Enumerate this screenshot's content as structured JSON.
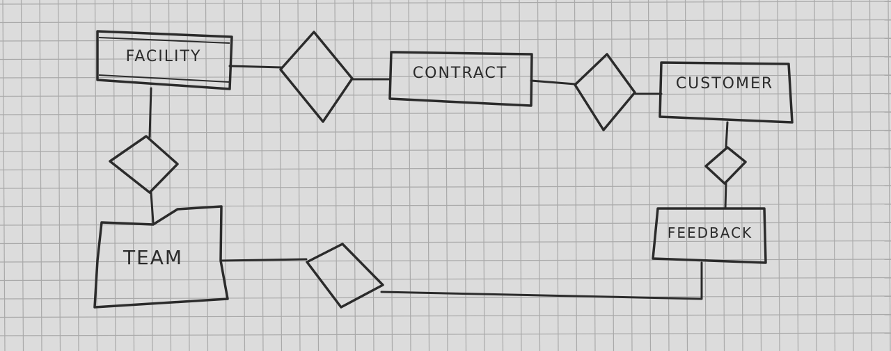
{
  "colors": {
    "paper": "#dcdcdc",
    "grid": "#a9a9a9",
    "ink": "#2b2b2b"
  },
  "entities": [
    {
      "id": "facility",
      "label": "FACILITY"
    },
    {
      "id": "contract",
      "label": "CONTRACT"
    },
    {
      "id": "customer",
      "label": "CUSTOMER"
    },
    {
      "id": "team",
      "label": "TEAM"
    },
    {
      "id": "feedback",
      "label": "FEEDBACK"
    }
  ],
  "relationships": [
    {
      "id": "facility-contract",
      "label": ""
    },
    {
      "id": "contract-customer",
      "label": ""
    },
    {
      "id": "facility-team",
      "label": ""
    },
    {
      "id": "customer-feedback",
      "label": ""
    },
    {
      "id": "team-feedback",
      "label": ""
    }
  ]
}
